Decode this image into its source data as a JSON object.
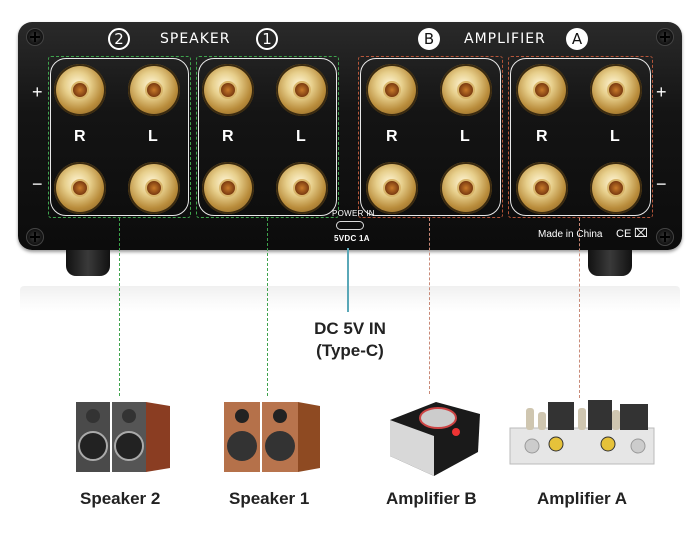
{
  "panel": {
    "speaker_title": "SPEAKER",
    "amplifier_title": "AMPLIFIER",
    "badges": {
      "speaker2": "2",
      "speaker1": "1",
      "ampB": "B",
      "ampA": "A"
    },
    "channel_labels": {
      "right": "R",
      "left": "L"
    },
    "polarity": {
      "plus": "+",
      "minus": "−"
    },
    "power_in_label": "POWER IN",
    "power_spec": "5VDC 1A",
    "made_in": "Made in China",
    "ce_mark": "CE",
    "weee_mark": "⌧"
  },
  "callout": {
    "line1": "DC 5V IN",
    "line2": "(Type-C)"
  },
  "devices": [
    {
      "name": "Speaker 2",
      "kind": "speaker-dark"
    },
    {
      "name": "Speaker 1",
      "kind": "speaker-wood"
    },
    {
      "name": "Amplifier B",
      "kind": "desktop-amp"
    },
    {
      "name": "Amplifier A",
      "kind": "tube-amp"
    }
  ],
  "colors": {
    "speaker_group": "#3fa34d",
    "amplifier_group": "#b5563a",
    "power_line": "#5aa8b8"
  }
}
